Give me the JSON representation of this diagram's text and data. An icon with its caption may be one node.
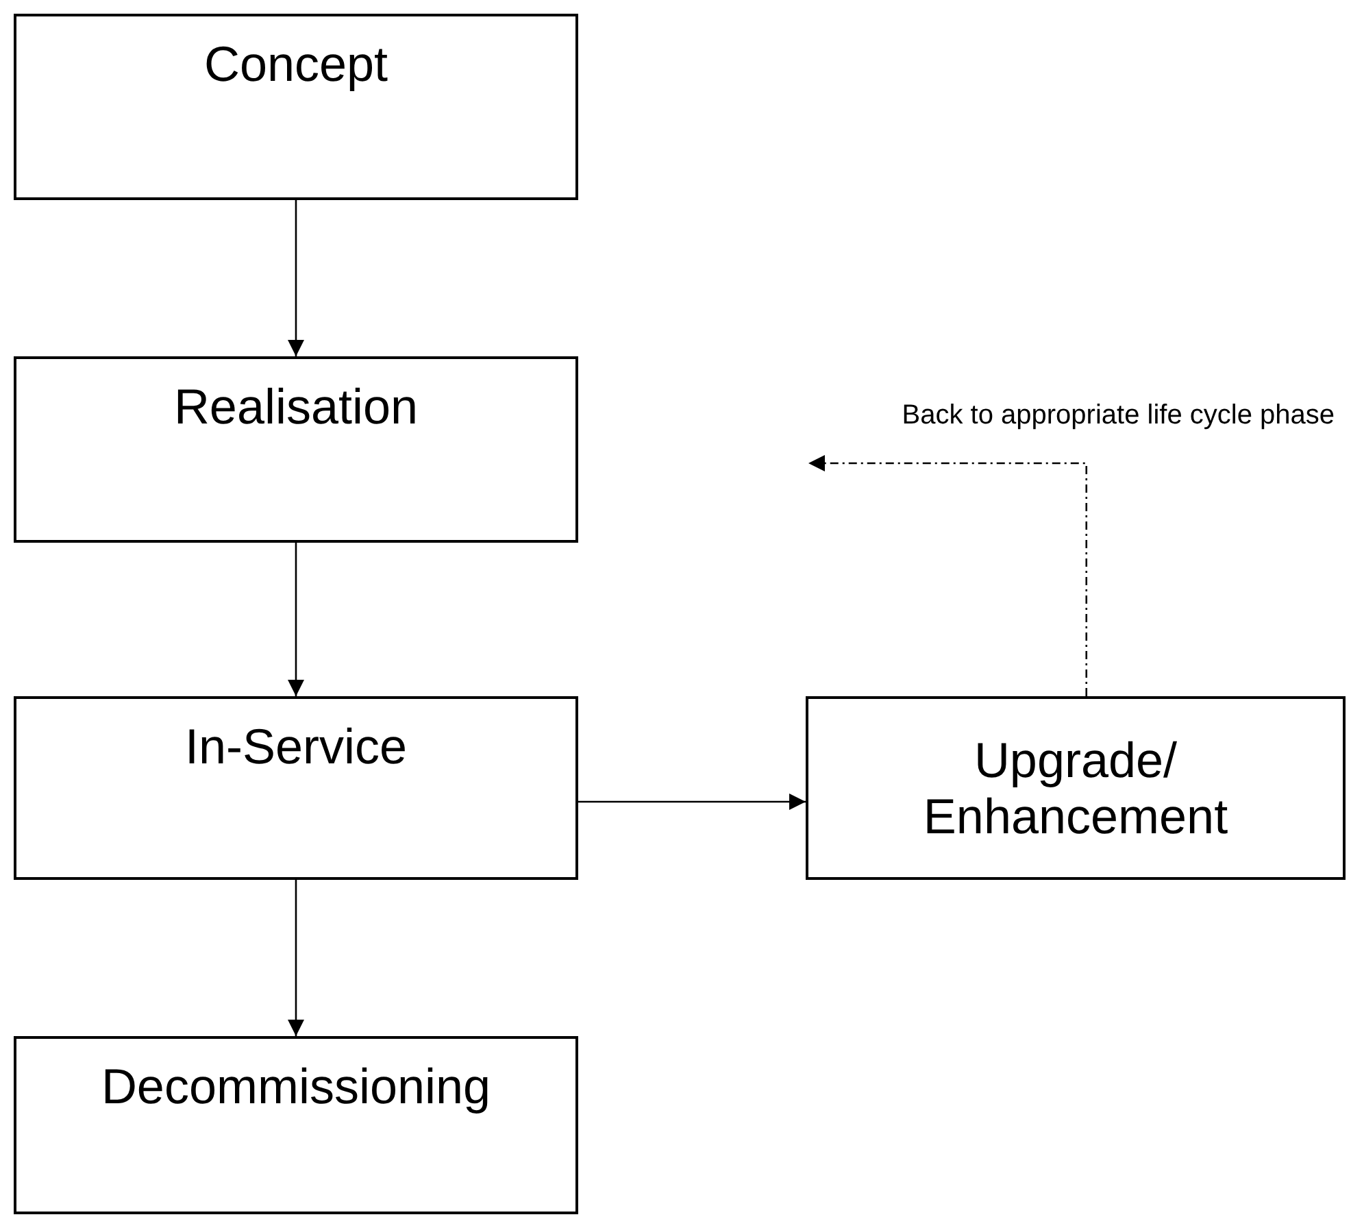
{
  "diagram": {
    "nodes": [
      {
        "text": [
          "Concept"
        ]
      },
      {
        "text": [
          "Realisation"
        ]
      },
      {
        "text": [
          "In-Service"
        ]
      },
      {
        "text": [
          "Upgrade/ Enhancement"
        ]
      },
      {
        "text": [
          "Decommissioning"
        ]
      }
    ],
    "edges": [
      {
        "from": 0,
        "to": 1,
        "arrow": "to"
      },
      {
        "from": 1,
        "to": 2,
        "arrow": "to"
      },
      {
        "from": 2,
        "to": 3,
        "arrow": "to"
      },
      {
        "from": 2,
        "to": 4,
        "arrow": "to"
      },
      {
        "from": 3,
        "to": null,
        "arrow": "to",
        "label": "Back to appropriate life cycle phase",
        "style": "dashed"
      }
    ]
  }
}
